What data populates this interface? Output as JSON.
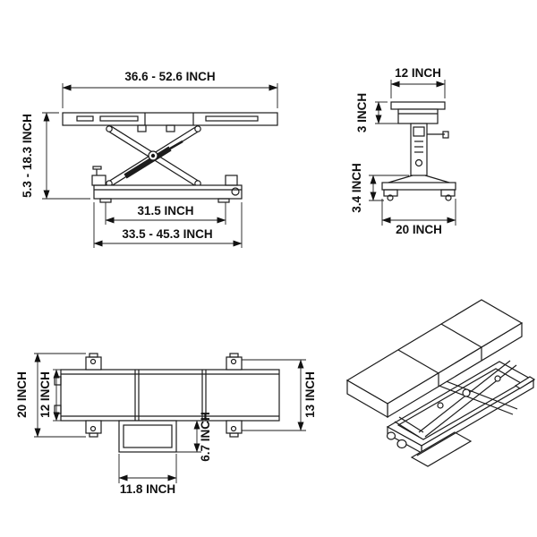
{
  "drawing": {
    "background": "#ffffff",
    "stroke_color": "#1c1c1c",
    "text_color": "#111111"
  },
  "views": {
    "side": {
      "dims": {
        "overall_length": "36.6 - 52.6 INCH",
        "lift_height": "5.3 - 18.3 INCH",
        "frame_inner_length": "31.5 INCH",
        "frame_length": "33.5 - 45.3 INCH"
      }
    },
    "end": {
      "dims": {
        "top_width": "12 INCH",
        "platform_thickness": "3 INCH",
        "base_height": "3.4 INCH",
        "base_width": "20 INCH"
      }
    },
    "top": {
      "dims": {
        "overall_width": "20 INCH",
        "platform_width": "12 INCH",
        "right_overall": "13 INCH",
        "side_plate_depth": "6.7 INCH",
        "side_plate_length": "11.8 INCH"
      }
    }
  }
}
